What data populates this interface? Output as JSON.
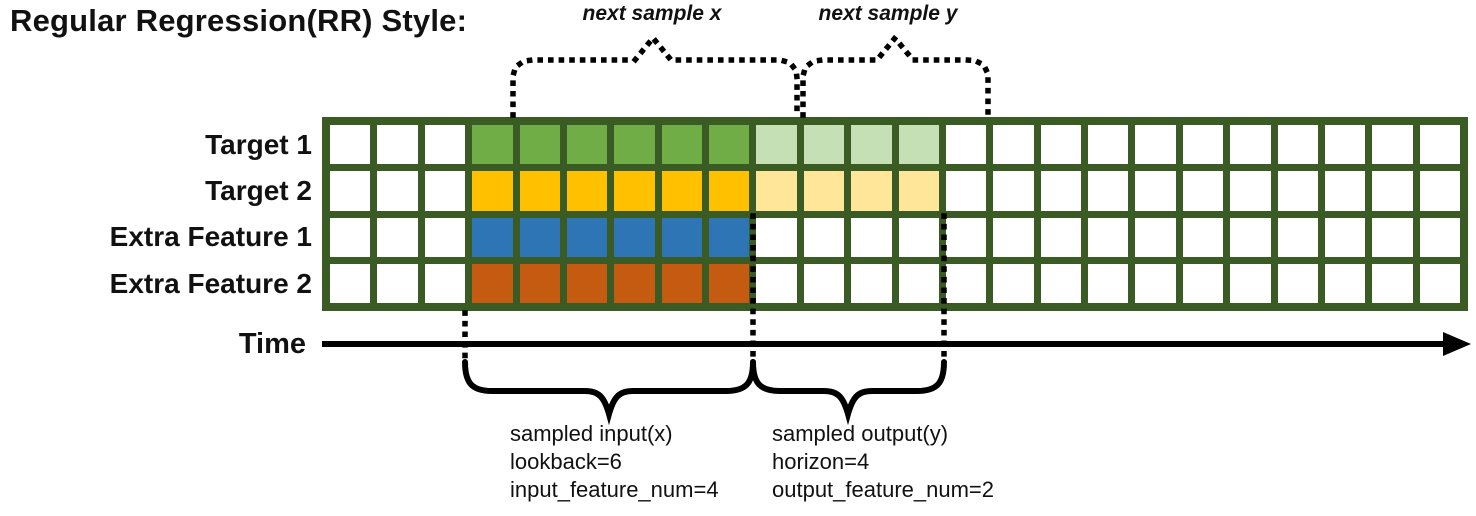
{
  "title": "Regular Regression(RR) Style:",
  "diagram": {
    "columns": 24,
    "rows": [
      {
        "label": "Target 1",
        "segments": [
          {
            "color": "white",
            "count": 3
          },
          {
            "color": "green",
            "count": 6
          },
          {
            "color": "green_light",
            "count": 4
          },
          {
            "color": "white",
            "count": 11
          }
        ]
      },
      {
        "label": "Target 2",
        "segments": [
          {
            "color": "white",
            "count": 3
          },
          {
            "color": "gold",
            "count": 6
          },
          {
            "color": "gold_light",
            "count": 4
          },
          {
            "color": "white",
            "count": 11
          }
        ]
      },
      {
        "label": "Extra Feature 1",
        "segments": [
          {
            "color": "white",
            "count": 3
          },
          {
            "color": "blue",
            "count": 6
          },
          {
            "color": "white",
            "count": 15
          }
        ]
      },
      {
        "label": "Extra Feature 2",
        "segments": [
          {
            "color": "white",
            "count": 3
          },
          {
            "color": "orange",
            "count": 6
          },
          {
            "color": "white",
            "count": 15
          }
        ]
      }
    ]
  },
  "annotations": {
    "next_sample_x": "next sample x",
    "next_sample_y": "next sample y",
    "time_label": "Time",
    "sampled_input_lines": [
      "sampled input(x)",
      "lookback=6",
      "input_feature_num=4"
    ],
    "sampled_output_lines": [
      "sampled output(y)",
      "horizon=4",
      "output_feature_num=2"
    ]
  },
  "params": {
    "lookback": 6,
    "horizon": 4,
    "input_feature_num": 4,
    "output_feature_num": 2
  },
  "colors": {
    "border": "#3B5B25",
    "white": "#FFFFFF",
    "green": "#70AD47",
    "green_light": "#C5E0B4",
    "gold": "#FFC000",
    "gold_light": "#FFE699",
    "blue": "#2E75B6",
    "orange": "#C55A11",
    "ink": "#111111"
  }
}
